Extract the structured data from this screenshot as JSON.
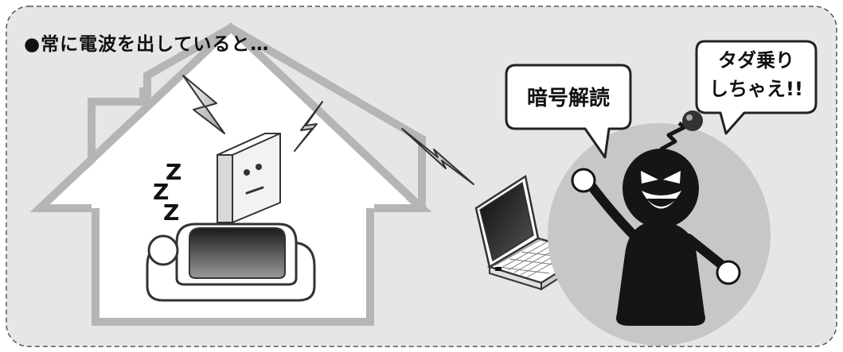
{
  "heading": "●常に電波を出していると…",
  "bubble_decrypt": "暗号解読",
  "bubble_freeride_line1": "タダ乗り",
  "bubble_freeride_line2": "しちゃえ!!",
  "sleep_z": [
    "Z",
    "Z",
    "Z"
  ],
  "colors": {
    "panel_bg": "#e6e6e6",
    "panel_border": "#555555",
    "house_outline": "#b5b5b5",
    "hacker_circle": "#c7c7c7",
    "ink": "#111111"
  }
}
